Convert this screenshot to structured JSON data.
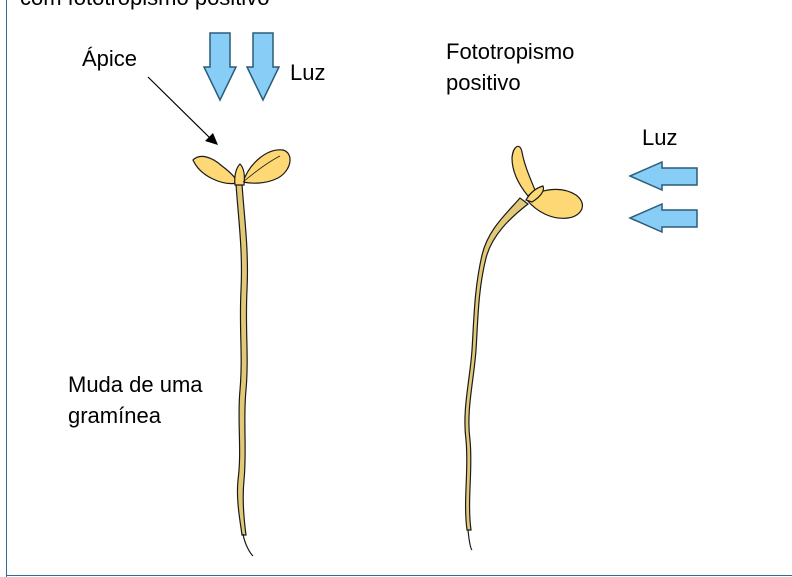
{
  "header_clipped_text": "com fototropismo positivo",
  "labels": {
    "apice": "Ápice",
    "luz_top": "Luz",
    "fototropismo_line1": "Fototropismo",
    "fototropismo_line2": "positivo",
    "luz_right": "Luz",
    "muda_line1": "Muda de uma",
    "muda_line2": "gramínea"
  },
  "colors": {
    "arrow_fill": "#87cdf5",
    "arrow_stroke": "#2a5c7a",
    "leaf_fill": "#fdd874",
    "stem_fill": "#e2c978",
    "stroke": "#1a1a1a",
    "frame": "#2f6d96"
  },
  "icons": {
    "light_arrows_top": "down-arrow-icon",
    "light_arrows_right": "left-arrow-icon",
    "pointer": "pointer-arrow-icon"
  }
}
